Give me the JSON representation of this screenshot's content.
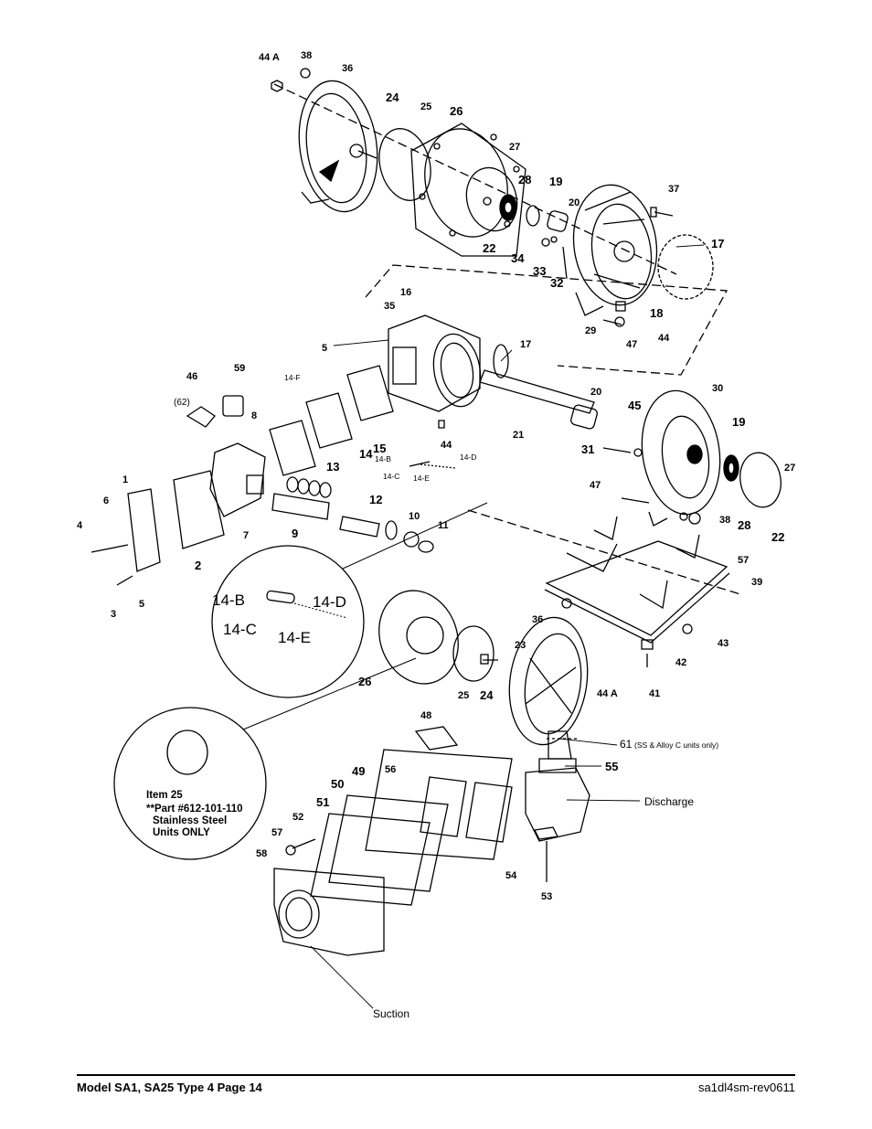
{
  "callouts": {
    "c44A_top": "44 A",
    "c38_top": "38",
    "c36_top": "36",
    "c24_top": "24",
    "c25_top": "25",
    "c26_top": "26",
    "c27_top": "27",
    "c28_top": "28",
    "c19_top": "19",
    "c20_top": "20",
    "c37": "37",
    "c17_top": "17",
    "c22_top": "22",
    "c34": "34",
    "c33": "33",
    "c32": "32",
    "c18": "18",
    "c29": "29",
    "c47_top": "47",
    "c44_top": "44",
    "c16": "16",
    "c35": "35",
    "c5_mid": "5",
    "c17_mid": "17",
    "c20_mid": "20",
    "c21": "21",
    "c44_mid": "44",
    "c59": "59",
    "c46": "46",
    "c62": "(62)",
    "c8": "8",
    "c15": "15",
    "c14": "14",
    "c13": "13",
    "c12": "12",
    "c9": "9",
    "c10": "10",
    "c11": "11",
    "c7": "7",
    "c1": "1",
    "c6": "6",
    "c4": "4",
    "c2": "2",
    "c3": "3",
    "c5_bot": "5",
    "c14F": "14-F",
    "c14B_small": "14-B",
    "c14C_small": "14-C",
    "c14E_small": "14-E",
    "c14D_small": "14-D",
    "c30": "30",
    "c45": "45",
    "c19_mid": "19",
    "c31": "31",
    "c27_mid": "27",
    "c47_mid": "47",
    "c38_mid": "38",
    "c28_mid": "28",
    "c22_mid": "22",
    "c57_mid": "57",
    "c39": "39",
    "c43": "43",
    "c42": "42",
    "c41": "41",
    "c36_low": "36",
    "c23": "23",
    "c44A_low": "44 A",
    "c26_low": "26",
    "c25_low": "25",
    "c24_low": "24",
    "c48": "48",
    "c49": "49",
    "c50": "50",
    "c51": "51",
    "c56": "56",
    "c52": "52",
    "c57_low": "57",
    "c58": "58",
    "c55": "55",
    "c54": "54",
    "c53": "53",
    "c61": "61"
  },
  "zoom_labels": {
    "b": "14-B",
    "c": "14-C",
    "d": "14-D",
    "e": "14-E"
  },
  "annotations": {
    "c61_note": "(SS & Alloy C units only)",
    "discharge": "Discharge",
    "suction": "Suction"
  },
  "inset_note": {
    "line1": "Item 25",
    "line2": "**Part #612-101-110",
    "line3": "Stainless Steel",
    "line4": "Units ONLY"
  },
  "footer": {
    "left": "Model SA1, SA25 Type 4   Page 14",
    "right": "sa1dl4sm-rev0611"
  }
}
